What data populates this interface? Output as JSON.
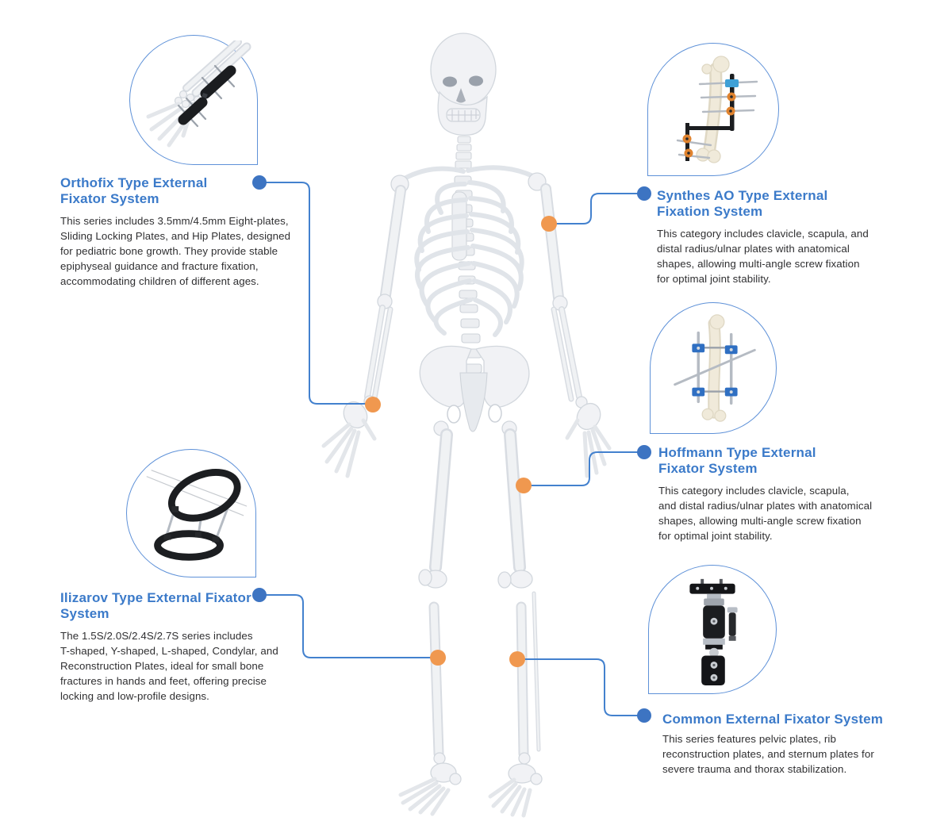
{
  "colors": {
    "title_blue": "#3B7AC9",
    "connector_blue": "#4381CE",
    "dot_blue": "#3D74C2",
    "dot_orange": "#F0984F",
    "body_text": "#2F2F31",
    "background": "#FFFFFF",
    "teardrop_border": "#5E91D8"
  },
  "illustration": {
    "name": "human-skeleton-front-view"
  },
  "callouts": [
    {
      "id": "orthofix",
      "title": "Orthofix Type External\nFixator System",
      "body": "This series includes 3.5mm/4.5mm Eight-plates,\nSliding Locking Plates, and Hip Plates, designed\nfor pediatric bone growth. They provide stable\nepiphyseal guidance and fracture fixation,\naccommodating children of different ages.",
      "icon": "hand-wrist-external-fixator-icon",
      "marker": "wrist"
    },
    {
      "id": "synthes-ao",
      "title": "Synthes AO Type External\nFixation System",
      "body": "This category includes clavicle, scapula, and\ndistal radius/ulnar plates with anatomical\nshapes, allowing multi-angle screw fixation\nfor optimal joint stability.",
      "icon": "femur-frame-external-fixator-icon",
      "marker": "humerus"
    },
    {
      "id": "hoffmann",
      "title": "Hoffmann Type External\nFixator System",
      "body": "This category includes clavicle, scapula,\nand distal radius/ulnar plates with anatomical\nshapes, allowing multi-angle screw fixation\nfor optimal joint stability.",
      "icon": "rod-clamp-external-fixator-icon",
      "marker": "femur"
    },
    {
      "id": "ilizarov",
      "title": "Ilizarov Type External Fixator\nSystem",
      "body": "The 1.5S/2.0S/2.4S/2.7S series includes\nT-shaped, Y-shaped, L-shaped, Condylar, and\nReconstruction Plates, ideal for small bone\nfractures in hands and feet, offering precise\nlocking and low-profile designs.",
      "icon": "ring-external-fixator-icon",
      "marker": "left-tibia"
    },
    {
      "id": "common",
      "title": "Common External Fixator System",
      "body": "This series features pelvic plates, rib\nreconstruction plates, and sternum plates for\nsevere trauma and thorax stabilization.",
      "icon": "monotube-external-fixator-icon",
      "marker": "right-tibia"
    }
  ]
}
